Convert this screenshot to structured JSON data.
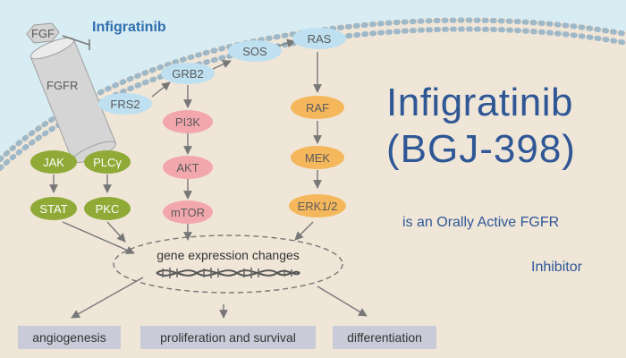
{
  "drug": {
    "label": "Infigratinib"
  },
  "title": {
    "line1": "Infigratinib",
    "line2": "(BGJ-398)",
    "subtitle_line1": "is an Orally Active FGFR",
    "subtitle_line2": "Inhibitor"
  },
  "ligand": {
    "label": "FGF"
  },
  "receptor": {
    "label": "FGFR"
  },
  "nodes": {
    "frs2": "FRS2",
    "grb2": "GRB2",
    "sos": "SOS",
    "ras": "RAS",
    "raf": "RAF",
    "mek": "MEK",
    "erk": "ERK1/2",
    "pi3k": "PI3K",
    "akt": "AKT",
    "mtor": "mTOR",
    "jak": "JAK",
    "stat": "STAT",
    "plcg": "PLCγ",
    "pkc": "PKC"
  },
  "nucleus": {
    "label": "gene expression changes"
  },
  "outcomes": {
    "angiogenesis": "angiogenesis",
    "proliferation": "proliferation and survival",
    "differentiation": "differentiation"
  },
  "colors": {
    "background": "#efe6d8",
    "cytoplasm": "#efe6d8",
    "membrane_outside": "#d8ecf3",
    "membrane_dots": "#9fb8c8",
    "blue_node": "#bfe0f0",
    "pink_node": "#f2a7ad",
    "orange_node": "#f5b75c",
    "green_node": "#8faa37",
    "outcome_box": "#c9ccd8",
    "title": "#2f5796",
    "arrow": "#777777"
  }
}
